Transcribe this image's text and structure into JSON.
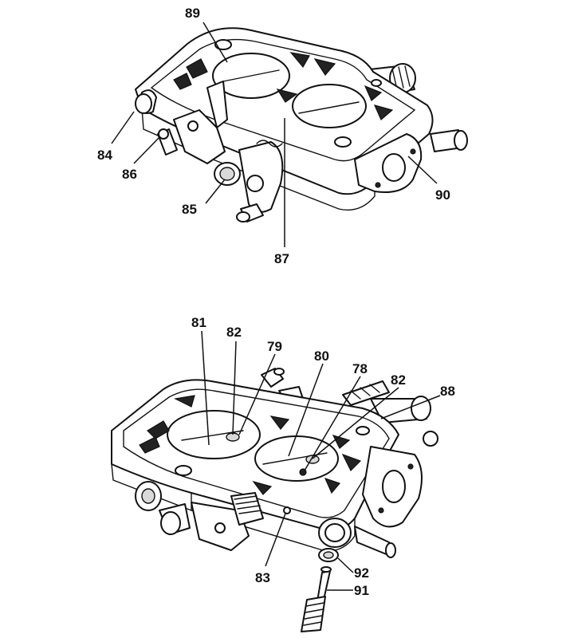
{
  "top_view": {
    "callouts": [
      "89",
      "84",
      "86",
      "85",
      "87",
      "90"
    ]
  },
  "bottom_view": {
    "callouts": [
      "81",
      "82",
      "79",
      "80",
      "78",
      "82",
      "88",
      "83",
      "92",
      "91"
    ]
  }
}
